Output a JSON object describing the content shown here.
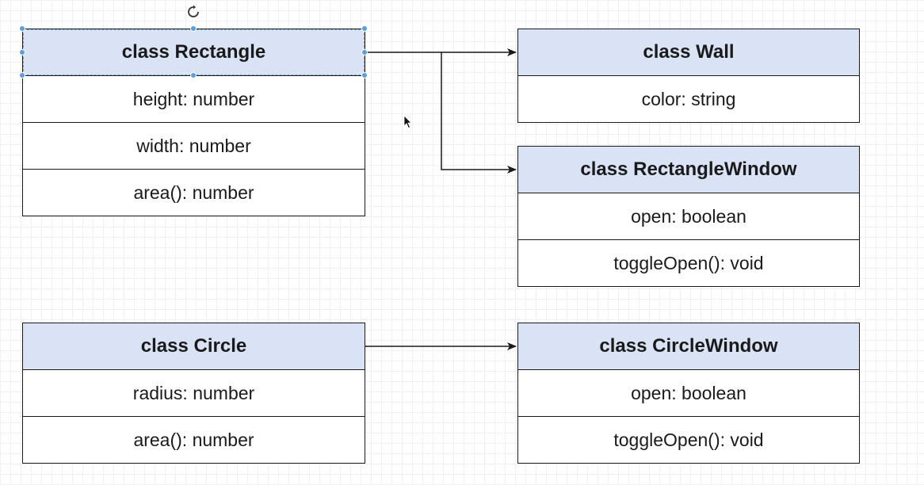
{
  "classes": {
    "rectangle": {
      "title": "class Rectangle",
      "members": [
        "height: number",
        "width: number",
        "area(): number"
      ]
    },
    "wall": {
      "title": "class Wall",
      "members": [
        "color: string"
      ]
    },
    "rectangle_window": {
      "title": "class RectangleWindow",
      "members": [
        "open: boolean",
        "toggleOpen(): void"
      ]
    },
    "circle": {
      "title": "class Circle",
      "members": [
        "radius: number",
        "area(): number"
      ]
    },
    "circle_window": {
      "title": "class CircleWindow",
      "members": [
        "open: boolean",
        "toggleOpen(): void"
      ]
    }
  },
  "colors": {
    "header_fill": "#dae3f5",
    "selection": "#5a9ee0",
    "stroke": "#1a1a1a"
  },
  "icons": {
    "rotate": "rotate-icon",
    "cursor": "mouse-pointer-icon"
  }
}
